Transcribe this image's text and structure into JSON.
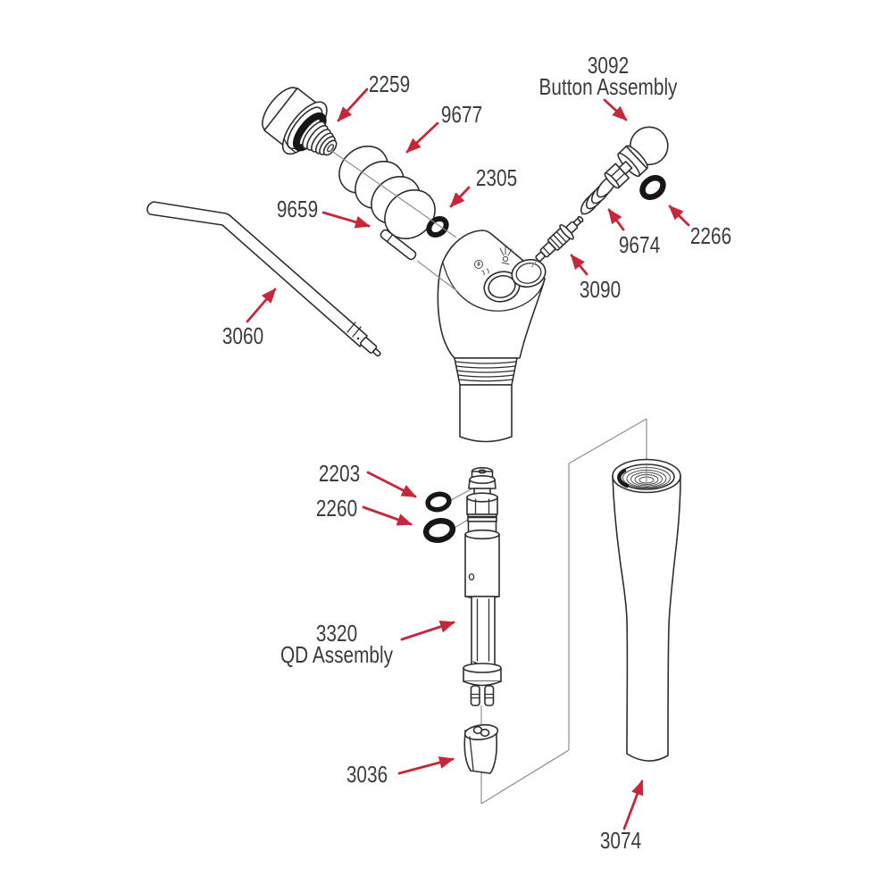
{
  "diagram": {
    "kind": "exploded-parts-diagram",
    "colors": {
      "background": "#ffffff",
      "line_art": "#2e2e30",
      "arrow": "#c8263a",
      "label_text": "#3b3b3d",
      "oring": "#161616"
    },
    "labels": [
      {
        "id": "2259",
        "text": "2259"
      },
      {
        "id": "9677",
        "text": "9677"
      },
      {
        "id": "2305",
        "text": "2305"
      },
      {
        "id": "9659",
        "text": "9659"
      },
      {
        "id": "3060",
        "text": "3060"
      },
      {
        "id": "3092",
        "text": "3092",
        "text2": "Button Assembly"
      },
      {
        "id": "9674",
        "text": "9674"
      },
      {
        "id": "2266",
        "text": "2266"
      },
      {
        "id": "3090",
        "text": "3090"
      },
      {
        "id": "2203",
        "text": "2203"
      },
      {
        "id": "2260",
        "text": "2260"
      },
      {
        "id": "3320",
        "text": "3320",
        "text2": "QD Assembly"
      },
      {
        "id": "3036",
        "text": "3036"
      },
      {
        "id": "3074",
        "text": "3074"
      }
    ]
  }
}
